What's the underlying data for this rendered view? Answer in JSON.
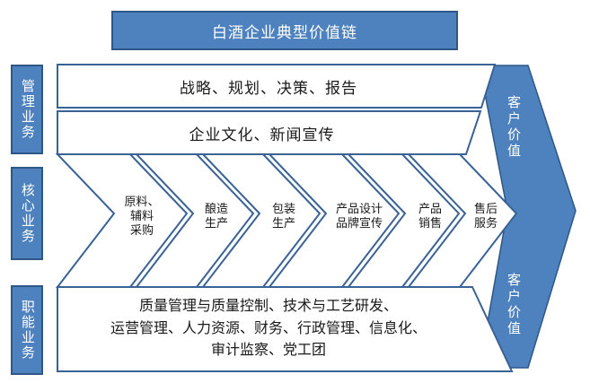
{
  "title": {
    "text": "白酒企业典型价值链"
  },
  "categories": [
    {
      "id": "manage",
      "label": "管理业务"
    },
    {
      "id": "core",
      "label": "核心业务"
    },
    {
      "id": "func",
      "label": "职能业务"
    }
  ],
  "management_rows": [
    {
      "text": "战略、规划、决策、报告"
    },
    {
      "text": "企业文化、新闻宣传"
    }
  ],
  "core_steps": [
    {
      "lines": [
        "原料、",
        "辅料",
        "采购"
      ]
    },
    {
      "lines": [
        "酿造",
        "生产"
      ]
    },
    {
      "lines": [
        "包装",
        "生产"
      ]
    },
    {
      "lines": [
        "产品设计",
        "品牌宣传"
      ]
    },
    {
      "lines": [
        "产品",
        "销售"
      ]
    },
    {
      "lines": [
        "售后",
        "服务"
      ]
    }
  ],
  "functional_block": {
    "lines": [
      "质量管理与质量控制、技术与工艺研发、",
      "运营管理、人力资源、财务、行政管理、信息化、",
      "审计监察、党工团"
    ]
  },
  "value_arrow": {
    "top_label": "客户价值",
    "bottom_label": "客户价值"
  },
  "colors": {
    "fill_blue": "#4D82BE",
    "border_blue": "#2E5785",
    "outline_blue": "#3A6295",
    "text_dark": "#1a1a1a",
    "text_light": "#ffffff",
    "background": "#ffffff"
  }
}
